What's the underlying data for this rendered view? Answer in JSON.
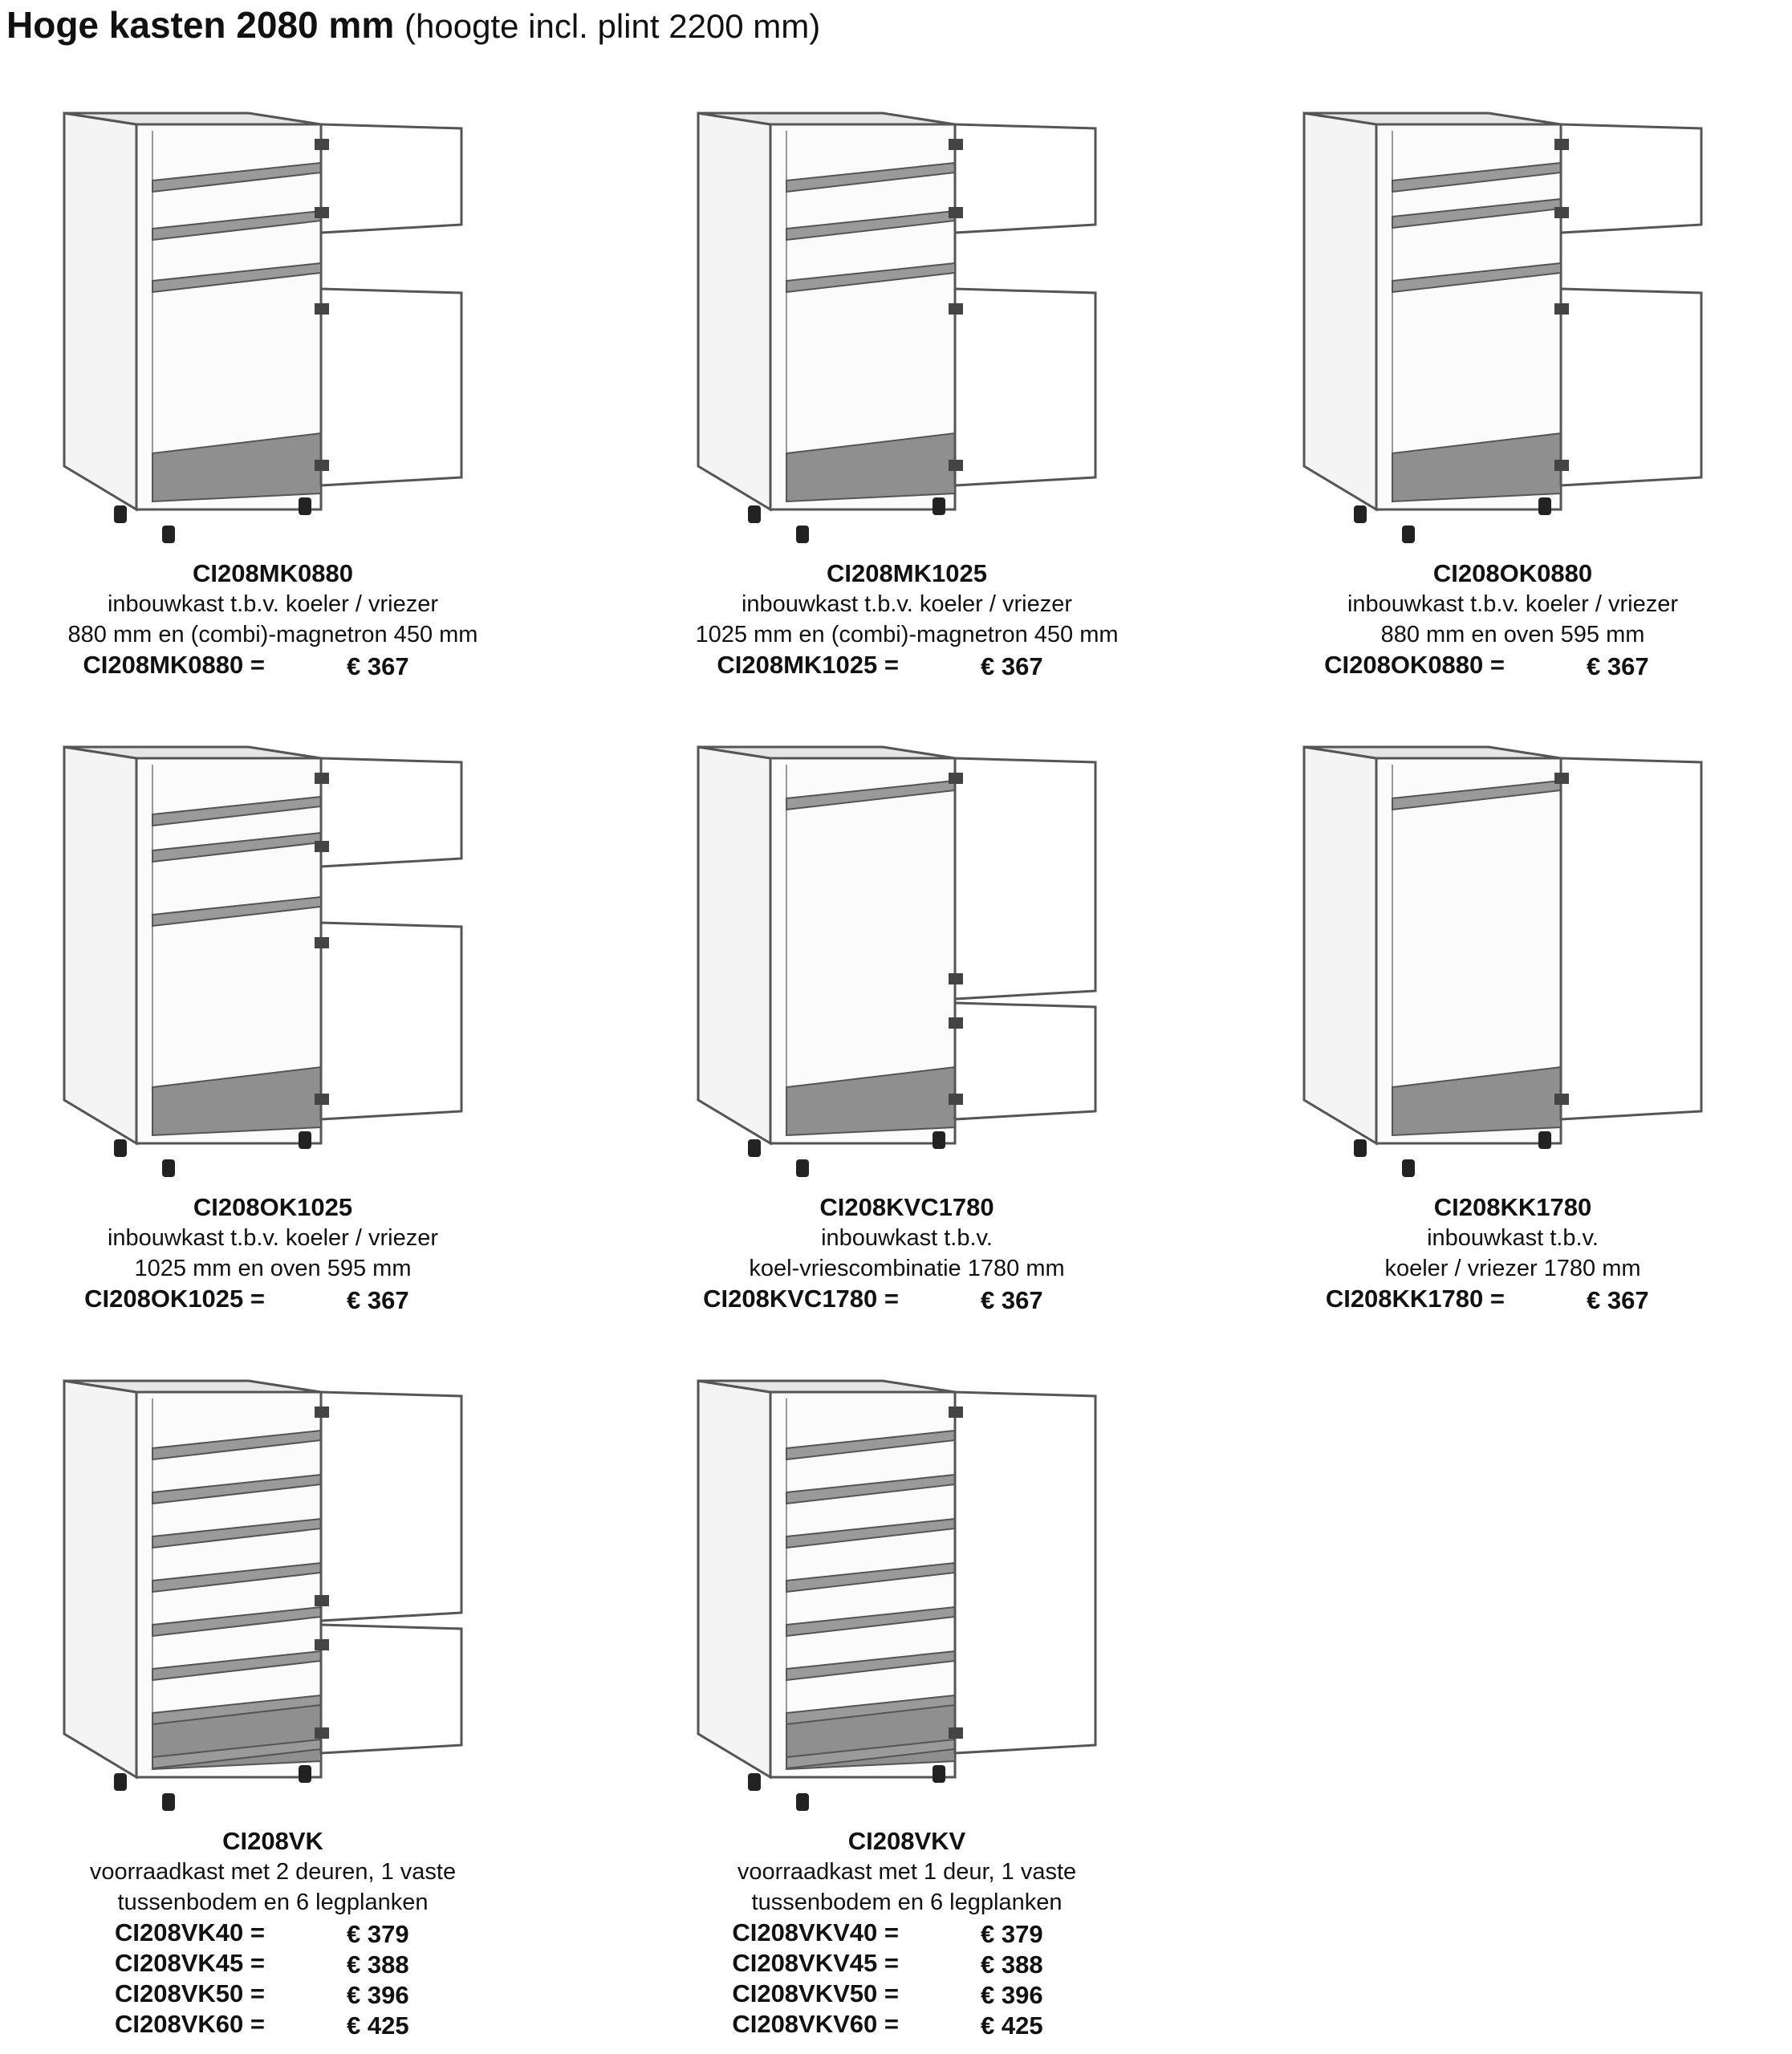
{
  "page": {
    "title_bold": "Hoge kasten 2080 mm",
    "title_sub": "(hoogte incl. plint 2200 mm)"
  },
  "products": [
    {
      "code": "CI208MK0880",
      "desc": [
        "inbouwkast t.b.v. koeler / vriezer",
        "880 mm en (combi)-magnetron 450 mm"
      ],
      "prices": [
        {
          "label": "CI208MK0880 =",
          "value": "€ 367"
        }
      ],
      "drawing": "cabinet-2-doors-microwave"
    },
    {
      "code": "CI208MK1025",
      "desc": [
        "inbouwkast t.b.v. koeler / vriezer",
        "1025 mm en (combi)-magnetron 450 mm"
      ],
      "prices": [
        {
          "label": "CI208MK1025 =",
          "value": "€ 367"
        }
      ],
      "drawing": "cabinet-2-doors-microwave"
    },
    {
      "code": "CI208OK0880",
      "desc": [
        "inbouwkast t.b.v. koeler / vriezer",
        "880 mm en oven 595 mm"
      ],
      "prices": [
        {
          "label": "CI208OK0880 =",
          "value": "€ 367"
        }
      ],
      "drawing": "cabinet-2-doors-oven"
    },
    {
      "code": "CI208OK1025",
      "desc": [
        "inbouwkast t.b.v. koeler / vriezer",
        "1025 mm en oven 595 mm"
      ],
      "prices": [
        {
          "label": "CI208OK1025 =",
          "value": "€ 367"
        }
      ],
      "drawing": "cabinet-2-doors-oven"
    },
    {
      "code": "CI208KVC1780",
      "desc": [
        "inbouwkast t.b.v.",
        "koel-vriescombinatie 1780 mm"
      ],
      "prices": [
        {
          "label": "CI208KVC1780 =",
          "value": "€ 367"
        }
      ],
      "drawing": "cabinet-2-doors-fridge-freezer"
    },
    {
      "code": "CI208KK1780",
      "desc": [
        "inbouwkast t.b.v.",
        "koeler / vriezer 1780 mm"
      ],
      "prices": [
        {
          "label": "CI208KK1780 =",
          "value": "€ 367"
        }
      ],
      "drawing": "cabinet-1-door-fridge"
    },
    {
      "code": "CI208VK",
      "desc": [
        "voorraadkast met 2 deuren, 1 vaste",
        "tussenbodem en 6 legplanken"
      ],
      "prices": [
        {
          "label": "CI208VK40 =",
          "value": "€ 379"
        },
        {
          "label": "CI208VK45 =",
          "value": "€ 388"
        },
        {
          "label": "CI208VK50 =",
          "value": "€ 396"
        },
        {
          "label": "CI208VK60 =",
          "value": "€ 425"
        }
      ],
      "drawing": "pantry-2-doors"
    },
    {
      "code": "CI208VKV",
      "desc": [
        "voorraadkast met 1 deur, 1 vaste",
        "tussenbodem en 6 legplanken"
      ],
      "prices": [
        {
          "label": "CI208VKV40 =",
          "value": "€ 379"
        },
        {
          "label": "CI208VKV45 =",
          "value": "€ 388"
        },
        {
          "label": "CI208VKV50 =",
          "value": "€ 396"
        },
        {
          "label": "CI208VKV60 =",
          "value": "€ 425"
        }
      ],
      "drawing": "pantry-1-door"
    }
  ]
}
